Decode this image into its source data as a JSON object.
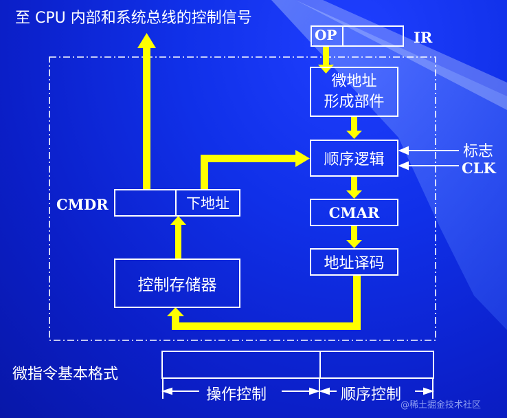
{
  "title": "至 CPU 内部和系统总线的控制信号",
  "ir": {
    "op_label": "OP",
    "register_label": "IR"
  },
  "blocks": {
    "micro_address_gen_line1": "微地址",
    "micro_address_gen_line2": "形成部件",
    "sequence_logic": "顺序逻辑",
    "cmar": "CMAR",
    "address_decoder": "地址译码",
    "control_memory": "控制存储器",
    "next_address": "下地址",
    "cmdr": "CMDR"
  },
  "inputs": {
    "flags": "标志",
    "clk": "CLK"
  },
  "micro_instruction": {
    "title": "微指令基本格式",
    "operation_control": "操作控制",
    "sequence_control": "顺序控制"
  },
  "watermark": "@稀土掘金技术社区",
  "colors": {
    "background": "#0b1fc8",
    "arrow": "#ffff00",
    "line": "#ffffff"
  }
}
